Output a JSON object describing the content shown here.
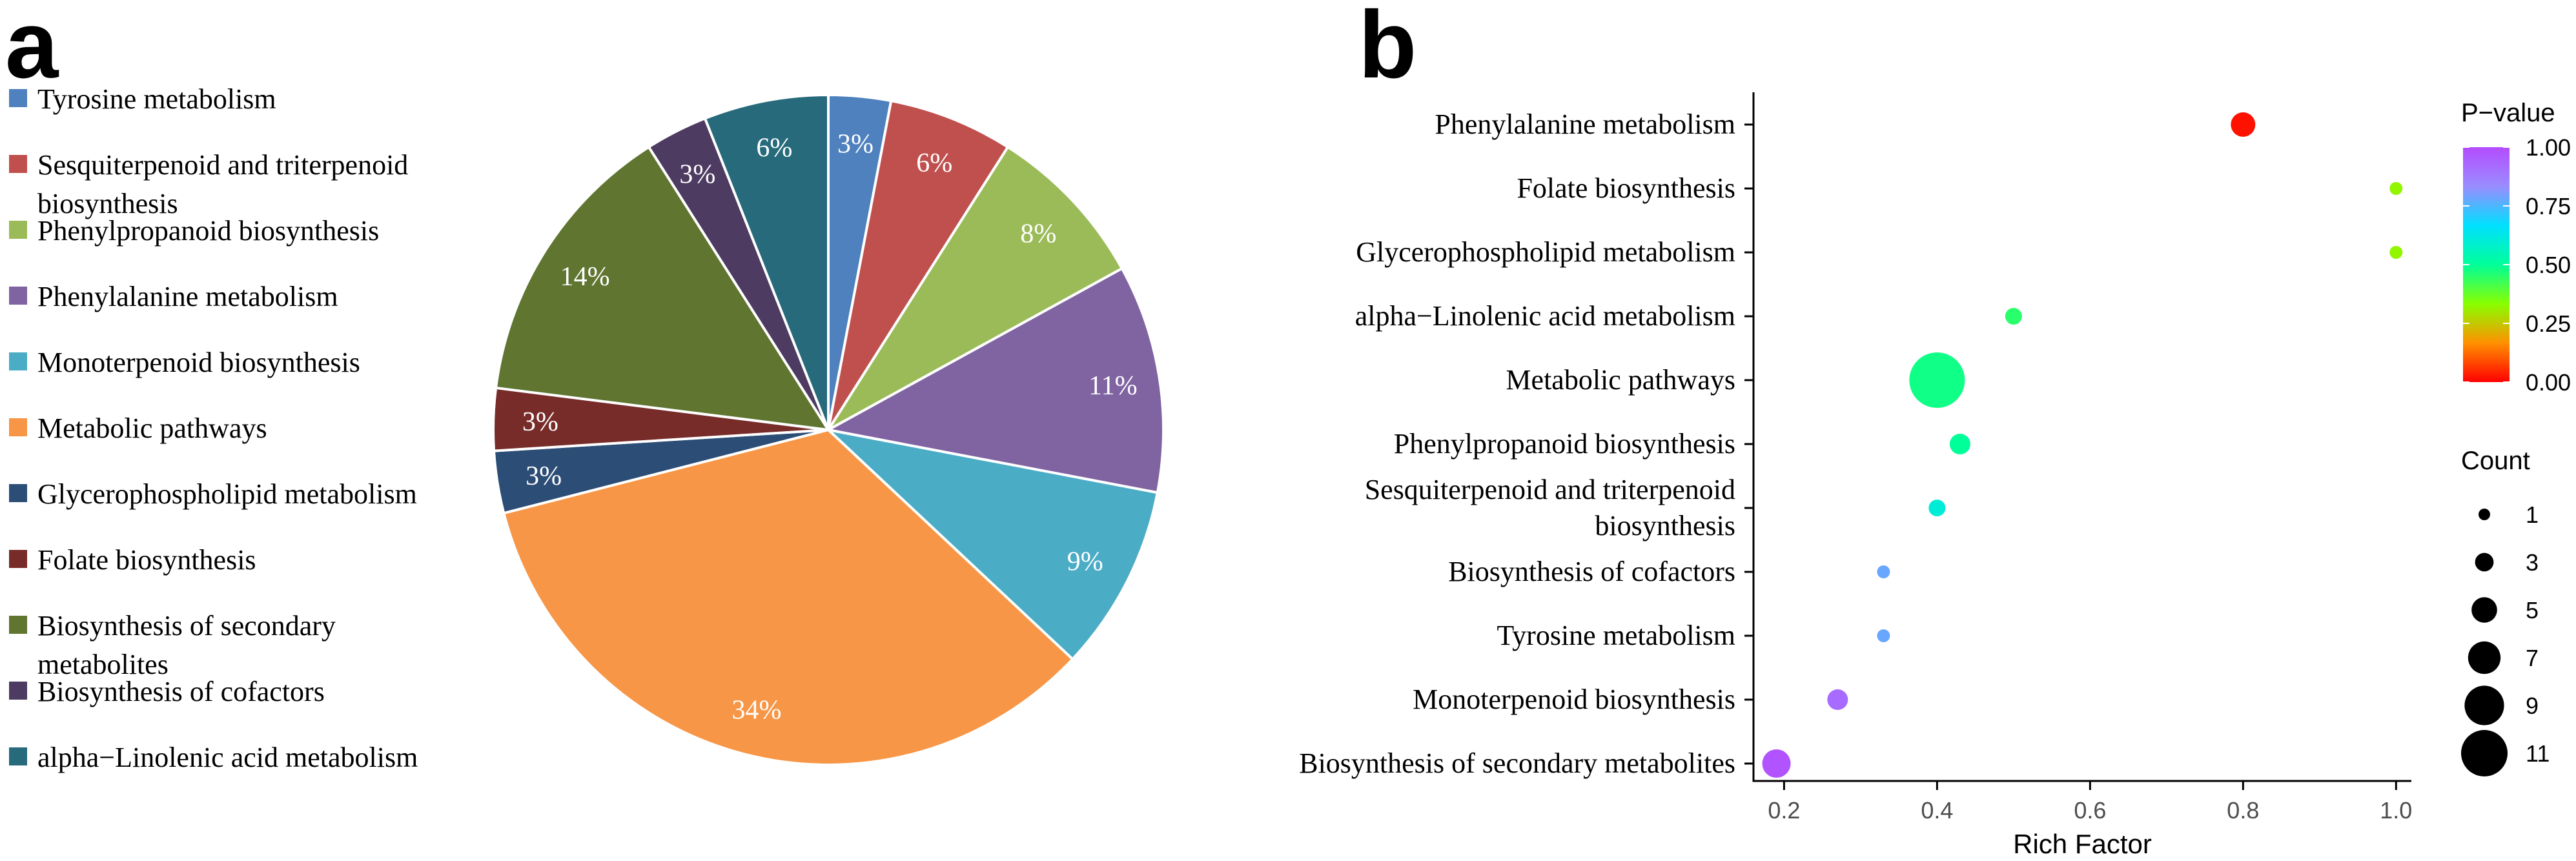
{
  "panels": {
    "a": "a",
    "b": "b"
  },
  "chart_data": [
    {
      "type": "pie",
      "title": "",
      "legend_position": "left",
      "slices": [
        {
          "label": "Tyrosine metabolism",
          "value": 3,
          "value_label": "3%",
          "color": "#4e81bd"
        },
        {
          "label": "Sesquiterpenoid and triterpenoid biosynthesis",
          "label_lines": [
            "Sesquiterpenoid and triterpenoid",
            "biosynthesis"
          ],
          "value": 6,
          "value_label": "6%",
          "color": "#c0504e"
        },
        {
          "label": "Phenylpropanoid biosynthesis",
          "value": 8,
          "value_label": "8%",
          "color": "#9bbb59"
        },
        {
          "label": "Phenylalanine metabolism",
          "value": 11,
          "value_label": "11%",
          "color": "#8064a2"
        },
        {
          "label": "Monoterpenoid biosynthesis",
          "value": 9,
          "value_label": "9%",
          "color": "#4bacc6"
        },
        {
          "label": "Metabolic pathways",
          "value": 34,
          "value_label": "34%",
          "color": "#f79646"
        },
        {
          "label": "Glycerophospholipid metabolism",
          "value": 3,
          "value_label": "3%",
          "color": "#2c4d75"
        },
        {
          "label": "Folate biosynthesis",
          "value": 3,
          "value_label": "3%",
          "color": "#772c2a"
        },
        {
          "label": "Biosynthesis of secondary metabolites",
          "label_lines": [
            "Biosynthesis of secondary",
            "metabolites"
          ],
          "value": 14,
          "value_label": "14%",
          "color": "#5f7530"
        },
        {
          "label": "Biosynthesis of cofactors",
          "value": 3,
          "value_label": "3%",
          "color": "#4d3b62"
        },
        {
          "label": "alpha−Linolenic acid metabolism",
          "value": 6,
          "value_label": "6%",
          "color": "#276a7c"
        }
      ]
    },
    {
      "type": "scatter",
      "xlabel": "Rich Factor",
      "ylabel": "",
      "xlim": [
        0.16,
        1.02
      ],
      "xticks": [
        0.2,
        0.4,
        0.6,
        0.8,
        1.0
      ],
      "xtick_labels": [
        "0.2",
        "0.4",
        "0.6",
        "0.8",
        "1.0"
      ],
      "grid": false,
      "categories": [
        {
          "label": "Phenylalanine metabolism"
        },
        {
          "label": "Folate biosynthesis"
        },
        {
          "label": "Glycerophospholipid metabolism"
        },
        {
          "label": "alpha−Linolenic acid metabolism"
        },
        {
          "label": "Metabolic pathways"
        },
        {
          "label": "Phenylpropanoid biosynthesis"
        },
        {
          "label": "Sesquiterpenoid and triterpenoid biosynthesis",
          "label_lines": [
            "Sesquiterpenoid and triterpenoid",
            "biosynthesis"
          ]
        },
        {
          "label": "Biosynthesis of cofactors"
        },
        {
          "label": "Tyrosine metabolism"
        },
        {
          "label": "Monoterpenoid biosynthesis"
        },
        {
          "label": "Biosynthesis of secondary metabolites"
        }
      ],
      "points": [
        {
          "category": "Phenylalanine metabolism",
          "rich_factor": 0.8,
          "count": 4,
          "p_value": 0.02
        },
        {
          "category": "Folate biosynthesis",
          "rich_factor": 1.0,
          "count": 1,
          "p_value": 0.32
        },
        {
          "category": "Glycerophospholipid metabolism",
          "rich_factor": 1.0,
          "count": 1,
          "p_value": 0.32
        },
        {
          "category": "alpha−Linolenic acid metabolism",
          "rich_factor": 0.5,
          "count": 2,
          "p_value": 0.45
        },
        {
          "category": "Metabolic pathways",
          "rich_factor": 0.4,
          "count": 12,
          "p_value": 0.48
        },
        {
          "category": "Phenylpropanoid biosynthesis",
          "rich_factor": 0.43,
          "count": 3,
          "p_value": 0.5
        },
        {
          "category": "Sesquiterpenoid and triterpenoid biosynthesis",
          "rich_factor": 0.4,
          "count": 2,
          "p_value": 0.6
        },
        {
          "category": "Biosynthesis of cofactors",
          "rich_factor": 0.33,
          "count": 1,
          "p_value": 0.78
        },
        {
          "category": "Tyrosine metabolism",
          "rich_factor": 0.33,
          "count": 1,
          "p_value": 0.78
        },
        {
          "category": "Monoterpenoid biosynthesis",
          "rich_factor": 0.27,
          "count": 3,
          "p_value": 0.92
        },
        {
          "category": "Biosynthesis of secondary metabolites",
          "rich_factor": 0.19,
          "count": 5,
          "p_value": 0.98
        }
      ],
      "color_legend": {
        "title": "P−value",
        "range": [
          0,
          1
        ],
        "ticks": [
          1.0,
          0.75,
          0.5,
          0.25,
          0.0
        ],
        "tick_labels": [
          "1.00",
          "0.75",
          "0.50",
          "0.25",
          "0.00"
        ],
        "colors": [
          "#ff0000",
          "#ff9000",
          "#88ff00",
          "#00ff99",
          "#00e0ff",
          "#9a8cff",
          "#b44cff"
        ]
      },
      "size_legend": {
        "title": "Count",
        "values": [
          1,
          3,
          5,
          7,
          9,
          11
        ],
        "labels": [
          "1",
          "3",
          "5",
          "7",
          "9",
          "11"
        ]
      }
    }
  ]
}
